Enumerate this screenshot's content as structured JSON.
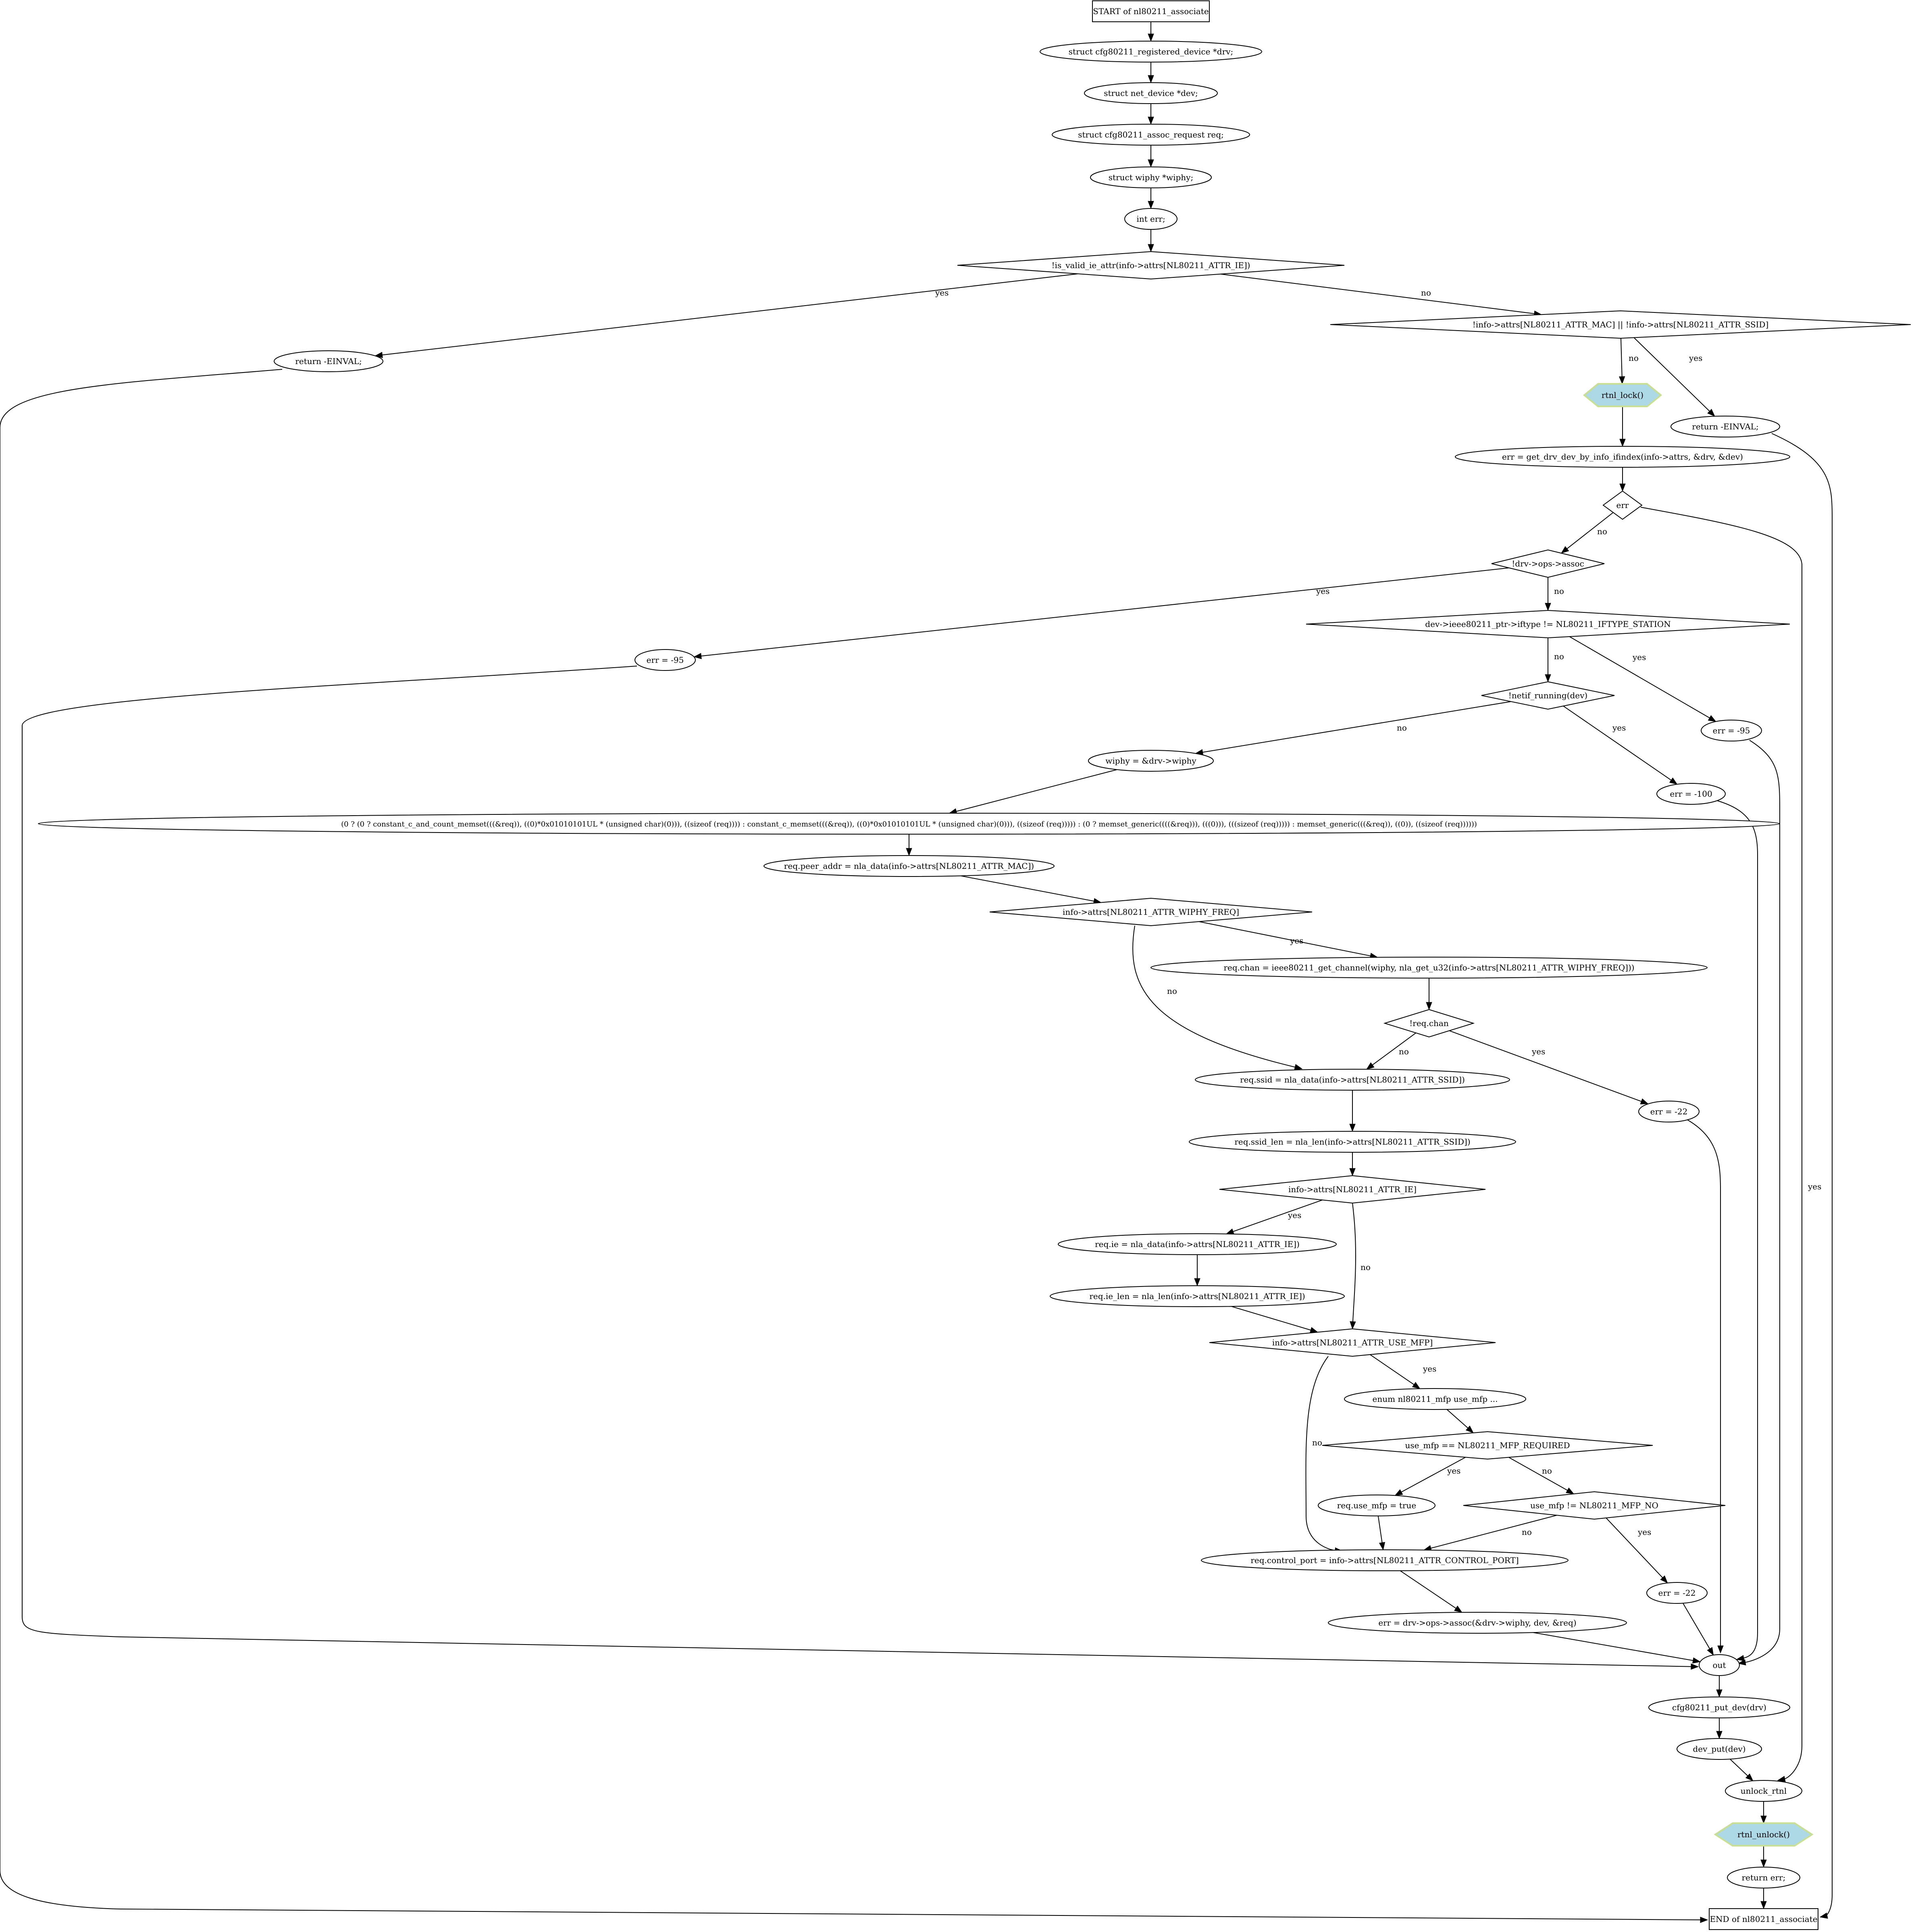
{
  "diagram": {
    "nodes": [
      {
        "id": "start",
        "label": "START of nl80211_associate",
        "shape": "box"
      },
      {
        "id": "drv",
        "label": "struct cfg80211_registered_device *drv;",
        "shape": "ellipse"
      },
      {
        "id": "dev",
        "label": "struct net_device *dev;",
        "shape": "ellipse"
      },
      {
        "id": "req",
        "label": "struct cfg80211_assoc_request req;",
        "shape": "ellipse"
      },
      {
        "id": "wiphy",
        "label": "struct wiphy *wiphy;",
        "shape": "ellipse"
      },
      {
        "id": "err",
        "label": "int err;",
        "shape": "ellipse"
      },
      {
        "id": "d1",
        "label": "!is_valid_ie_attr(info->attrs[NL80211_ATTR_IE])",
        "shape": "diamond"
      },
      {
        "id": "ret1",
        "label": "return -EINVAL;",
        "shape": "ellipse"
      },
      {
        "id": "d2",
        "label": "!info->attrs[NL80211_ATTR_MAC] || !info->attrs[NL80211_ATTR_SSID]",
        "shape": "diamond"
      },
      {
        "id": "rtnl_lock",
        "label": "rtnl_lock()",
        "shape": "hexagon"
      },
      {
        "id": "ret2",
        "label": "return -EINVAL;",
        "shape": "ellipse"
      },
      {
        "id": "getdrv",
        "label": "err = get_drv_dev_by_info_ifindex(info->attrs, &drv, &dev)",
        "shape": "ellipse"
      },
      {
        "id": "d_err",
        "label": "err",
        "shape": "diamond"
      },
      {
        "id": "d_assoc",
        "label": "!drv->ops->assoc",
        "shape": "diamond"
      },
      {
        "id": "err95a",
        "label": "err = -95",
        "shape": "ellipse"
      },
      {
        "id": "d_iftype",
        "label": "dev->ieee80211_ptr->iftype != NL80211_IFTYPE_STATION",
        "shape": "diamond"
      },
      {
        "id": "d_running",
        "label": "!netif_running(dev)",
        "shape": "diamond"
      },
      {
        "id": "err95b",
        "label": "err = -95",
        "shape": "ellipse"
      },
      {
        "id": "wiphy_assign",
        "label": "wiphy = &drv->wiphy",
        "shape": "ellipse"
      },
      {
        "id": "err100",
        "label": "err = -100",
        "shape": "ellipse"
      },
      {
        "id": "memset",
        "label": "(0 ? (0 ?    constant_c_and_count_memset(((&req)), ((0)*0x01010101UL * (unsigned char)(0))), ((sizeof (req)))) :    constant_c_memset(((&req)), ((0)*0x01010101UL * (unsigned char)(0))), ((sizeof (req))))) : (0 ?    memset_generic((((&req))), (((0))), (((sizeof (req))))) :    memset_generic(((&req)), ((0)), ((sizeof (req))))))",
        "shape": "ellipse"
      },
      {
        "id": "peer_addr",
        "label": "req.peer_addr = nla_data(info->attrs[NL80211_ATTR_MAC])",
        "shape": "ellipse"
      },
      {
        "id": "d_freq",
        "label": "info->attrs[NL80211_ATTR_WIPHY_FREQ]",
        "shape": "diamond"
      },
      {
        "id": "chan",
        "label": "req.chan = ieee80211_get_channel(wiphy, nla_get_u32(info->attrs[NL80211_ATTR_WIPHY_FREQ]))",
        "shape": "ellipse"
      },
      {
        "id": "d_chan",
        "label": "!req.chan",
        "shape": "diamond"
      },
      {
        "id": "ssid",
        "label": "req.ssid = nla_data(info->attrs[NL80211_ATTR_SSID])",
        "shape": "ellipse"
      },
      {
        "id": "err22a",
        "label": "err = -22",
        "shape": "ellipse"
      },
      {
        "id": "ssid_len",
        "label": "req.ssid_len = nla_len(info->attrs[NL80211_ATTR_SSID])",
        "shape": "ellipse"
      },
      {
        "id": "d_ie",
        "label": "info->attrs[NL80211_ATTR_IE]",
        "shape": "diamond"
      },
      {
        "id": "ie",
        "label": "req.ie = nla_data(info->attrs[NL80211_ATTR_IE])",
        "shape": "ellipse"
      },
      {
        "id": "ie_len",
        "label": "req.ie_len = nla_len(info->attrs[NL80211_ATTR_IE])",
        "shape": "ellipse"
      },
      {
        "id": "d_mfp",
        "label": "info->attrs[NL80211_ATTR_USE_MFP]",
        "shape": "diamond"
      },
      {
        "id": "enum_mfp",
        "label": "enum nl80211_mfp use_mfp ...",
        "shape": "ellipse"
      },
      {
        "id": "d_mfp_req",
        "label": "use_mfp == NL80211_MFP_REQUIRED",
        "shape": "diamond"
      },
      {
        "id": "use_mfp_true",
        "label": "req.use_mfp = true",
        "shape": "ellipse"
      },
      {
        "id": "d_mfp_no",
        "label": "use_mfp != NL80211_MFP_NO",
        "shape": "diamond"
      },
      {
        "id": "control_port",
        "label": "req.control_port = info->attrs[NL80211_ATTR_CONTROL_PORT]",
        "shape": "ellipse"
      },
      {
        "id": "err22b",
        "label": "err = -22",
        "shape": "ellipse"
      },
      {
        "id": "assoc_call",
        "label": "err = drv->ops->assoc(&drv->wiphy, dev, &req)",
        "shape": "ellipse"
      },
      {
        "id": "out",
        "label": "out",
        "shape": "ellipse"
      },
      {
        "id": "put_dev",
        "label": "cfg80211_put_dev(drv)",
        "shape": "ellipse"
      },
      {
        "id": "dev_put",
        "label": "dev_put(dev)",
        "shape": "ellipse"
      },
      {
        "id": "unlock_rtnl",
        "label": "unlock_rtnl",
        "shape": "ellipse"
      },
      {
        "id": "rtnl_unlock",
        "label": "rtnl_unlock()",
        "shape": "hexagon"
      },
      {
        "id": "ret_err",
        "label": "return err;",
        "shape": "ellipse"
      },
      {
        "id": "end",
        "label": "END of nl80211_associate",
        "shape": "box"
      }
    ],
    "edges": [
      {
        "from": "start",
        "to": "drv",
        "label": ""
      },
      {
        "from": "drv",
        "to": "dev",
        "label": ""
      },
      {
        "from": "dev",
        "to": "req",
        "label": ""
      },
      {
        "from": "req",
        "to": "wiphy",
        "label": ""
      },
      {
        "from": "wiphy",
        "to": "err",
        "label": ""
      },
      {
        "from": "err",
        "to": "d1",
        "label": ""
      },
      {
        "from": "d1",
        "to": "ret1",
        "label": "yes"
      },
      {
        "from": "d1",
        "to": "d2",
        "label": "no"
      },
      {
        "from": "ret1",
        "to": "end",
        "label": ""
      },
      {
        "from": "d2",
        "to": "rtnl_lock",
        "label": "no"
      },
      {
        "from": "d2",
        "to": "ret2",
        "label": "yes"
      },
      {
        "from": "ret2",
        "to": "end",
        "label": ""
      },
      {
        "from": "rtnl_lock",
        "to": "getdrv",
        "label": ""
      },
      {
        "from": "getdrv",
        "to": "d_err",
        "label": ""
      },
      {
        "from": "d_err",
        "to": "d_assoc",
        "label": "no"
      },
      {
        "from": "d_err",
        "to": "unlock_rtnl",
        "label": "yes"
      },
      {
        "from": "d_assoc",
        "to": "err95a",
        "label": "yes"
      },
      {
        "from": "d_assoc",
        "to": "d_iftype",
        "label": "no"
      },
      {
        "from": "err95a",
        "to": "out",
        "label": ""
      },
      {
        "from": "d_iftype",
        "to": "d_running",
        "label": "no"
      },
      {
        "from": "d_iftype",
        "to": "err95b",
        "label": "yes"
      },
      {
        "from": "err95b",
        "to": "out",
        "label": ""
      },
      {
        "from": "d_running",
        "to": "wiphy_assign",
        "label": "no"
      },
      {
        "from": "d_running",
        "to": "err100",
        "label": "yes"
      },
      {
        "from": "err100",
        "to": "out",
        "label": ""
      },
      {
        "from": "wiphy_assign",
        "to": "memset",
        "label": ""
      },
      {
        "from": "memset",
        "to": "peer_addr",
        "label": ""
      },
      {
        "from": "peer_addr",
        "to": "d_freq",
        "label": ""
      },
      {
        "from": "d_freq",
        "to": "chan",
        "label": "yes"
      },
      {
        "from": "d_freq",
        "to": "ssid",
        "label": "no"
      },
      {
        "from": "chan",
        "to": "d_chan",
        "label": ""
      },
      {
        "from": "d_chan",
        "to": "ssid",
        "label": "no"
      },
      {
        "from": "d_chan",
        "to": "err22a",
        "label": "yes"
      },
      {
        "from": "err22a",
        "to": "out",
        "label": ""
      },
      {
        "from": "ssid",
        "to": "ssid_len",
        "label": ""
      },
      {
        "from": "ssid_len",
        "to": "d_ie",
        "label": ""
      },
      {
        "from": "d_ie",
        "to": "ie",
        "label": "yes"
      },
      {
        "from": "d_ie",
        "to": "d_mfp",
        "label": "no"
      },
      {
        "from": "ie",
        "to": "ie_len",
        "label": ""
      },
      {
        "from": "ie_len",
        "to": "d_mfp",
        "label": ""
      },
      {
        "from": "d_mfp",
        "to": "enum_mfp",
        "label": "yes"
      },
      {
        "from": "d_mfp",
        "to": "control_port",
        "label": "no"
      },
      {
        "from": "enum_mfp",
        "to": "d_mfp_req",
        "label": ""
      },
      {
        "from": "d_mfp_req",
        "to": "use_mfp_true",
        "label": "yes"
      },
      {
        "from": "d_mfp_req",
        "to": "d_mfp_no",
        "label": "no"
      },
      {
        "from": "use_mfp_true",
        "to": "control_port",
        "label": ""
      },
      {
        "from": "d_mfp_no",
        "to": "control_port",
        "label": "no"
      },
      {
        "from": "d_mfp_no",
        "to": "err22b",
        "label": "yes"
      },
      {
        "from": "err22b",
        "to": "out",
        "label": ""
      },
      {
        "from": "control_port",
        "to": "assoc_call",
        "label": ""
      },
      {
        "from": "assoc_call",
        "to": "out",
        "label": ""
      },
      {
        "from": "out",
        "to": "put_dev",
        "label": ""
      },
      {
        "from": "put_dev",
        "to": "dev_put",
        "label": ""
      },
      {
        "from": "dev_put",
        "to": "unlock_rtnl",
        "label": ""
      },
      {
        "from": "unlock_rtnl",
        "to": "rtnl_unlock",
        "label": ""
      },
      {
        "from": "rtnl_unlock",
        "to": "ret_err",
        "label": ""
      },
      {
        "from": "ret_err",
        "to": "end",
        "label": ""
      }
    ]
  }
}
